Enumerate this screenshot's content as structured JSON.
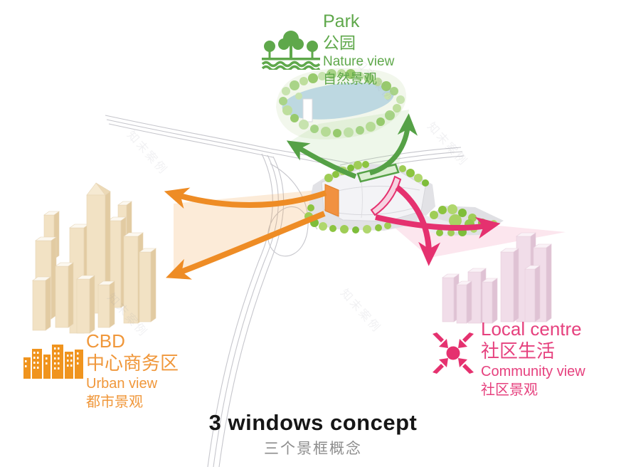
{
  "title": {
    "en": "3 windows concept",
    "zh": "三个景框概念"
  },
  "watermark": "知末案例",
  "colors": {
    "green": "#55a146",
    "green_light": "#dcefd2",
    "orange": "#ee8c25",
    "pink": "#e5316f",
    "pink_light": "#f6d3e1",
    "cbd_building": "#f2e2c4",
    "local_building": "#f1dde9",
    "lake": "#bdd8e1",
    "title_text": "#161616",
    "subtitle_text": "#8d8d8d"
  },
  "labels": {
    "park": {
      "icon": "trees-water-icon",
      "name": "Park",
      "name_zh": "公园",
      "view": "Nature view",
      "view_zh": "自然景观"
    },
    "cbd": {
      "icon": "city-skyline-icon",
      "name": "CBD",
      "name_zh": "中心商务区",
      "view": "Urban view",
      "view_zh": "都市景观"
    },
    "local": {
      "icon": "converging-arrows-icon",
      "name": "Local centre",
      "name_zh": "社区生活",
      "view": "Community view",
      "view_zh": "社区景观"
    }
  }
}
